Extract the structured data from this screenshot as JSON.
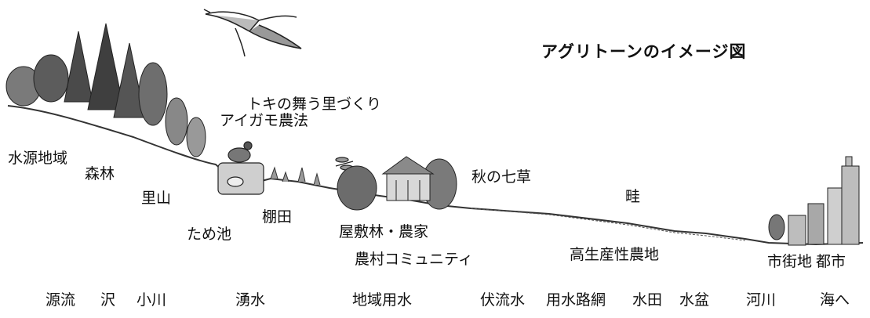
{
  "title": "アグリトーンのイメージ図",
  "labels": {
    "toki": "トキの舞う里づくり",
    "aigamo": "アイガモ農法",
    "suigen": "水源地域",
    "shinrin": "森林",
    "satoyama": "里山",
    "tameike": "ため池",
    "tanada": "棚田",
    "yashikirin": "屋敷林・農家",
    "community": "農村コミュニティ",
    "aki": "秋の七草",
    "aze": "畦",
    "kouseisan": "高生産性農地",
    "shigaichi": "市街地",
    "toshi": "都市"
  },
  "waterway": {
    "genryu": "源流",
    "sawa": "沢",
    "ogawa": "小川",
    "yusui": "湧水",
    "chiiki": "地域用水",
    "fukuryu": "伏流水",
    "yousuiro": "用水路網",
    "suiden": "水田",
    "mizubon": "水盆",
    "kasen": "河川",
    "umi": "海へ"
  }
}
